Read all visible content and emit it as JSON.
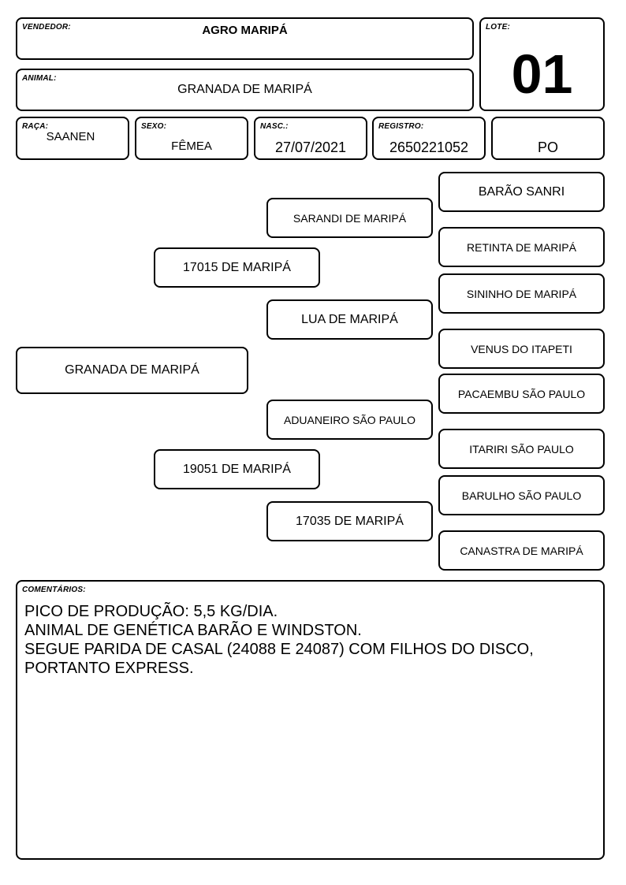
{
  "header": {
    "vendedor_label": "VENDEDOR:",
    "vendedor_value": "AGRO MARIPÁ",
    "lote_label": "LOTE:",
    "lote_value": "01",
    "animal_label": "ANIMAL:",
    "animal_value": "GRANADA DE MARIPÁ"
  },
  "info": {
    "raca_label": "RAÇA:",
    "raca_value": "SAANEN",
    "sexo_label": "SEXO:",
    "sexo_value": "FÊMEA",
    "nasc_label": "NASC.:",
    "nasc_value": "27/07/2021",
    "registro_label": "REGISTRO:",
    "registro_value": "2650221052",
    "grau_value": "PO"
  },
  "pedigree": {
    "animal": "GRANADA DE MARIPÁ",
    "sire": "17015 DE MARIPÁ",
    "dam": "19051 DE MARIPÁ",
    "sire_sire": "SARANDI DE MARIPÁ",
    "sire_dam": "LUA DE MARIPÁ",
    "dam_sire": "ADUANEIRO SÃO PAULO",
    "dam_dam": "17035 DE MARIPÁ",
    "ggp": [
      "BARÃO SANRI",
      "RETINTA DE MARIPÁ",
      "SININHO DE MARIPÁ",
      "VENUS DO ITAPETI",
      "PACAEMBU SÃO PAULO",
      "ITARIRI SÃO PAULO",
      "BARULHO SÃO PAULO",
      "CANASTRA DE MARIPÁ"
    ]
  },
  "comments": {
    "label": "COMENTÁRIOS:",
    "text": "PICO DE PRODUÇÃO: 5,5 KG/DIA.\nANIMAL DE GENÉTICA BARÃO E WINDSTON.\nSEGUE PARIDA DE CASAL (24088 E 24087) COM FILHOS DO DISCO,\nPORTANTO EXPRESS."
  }
}
